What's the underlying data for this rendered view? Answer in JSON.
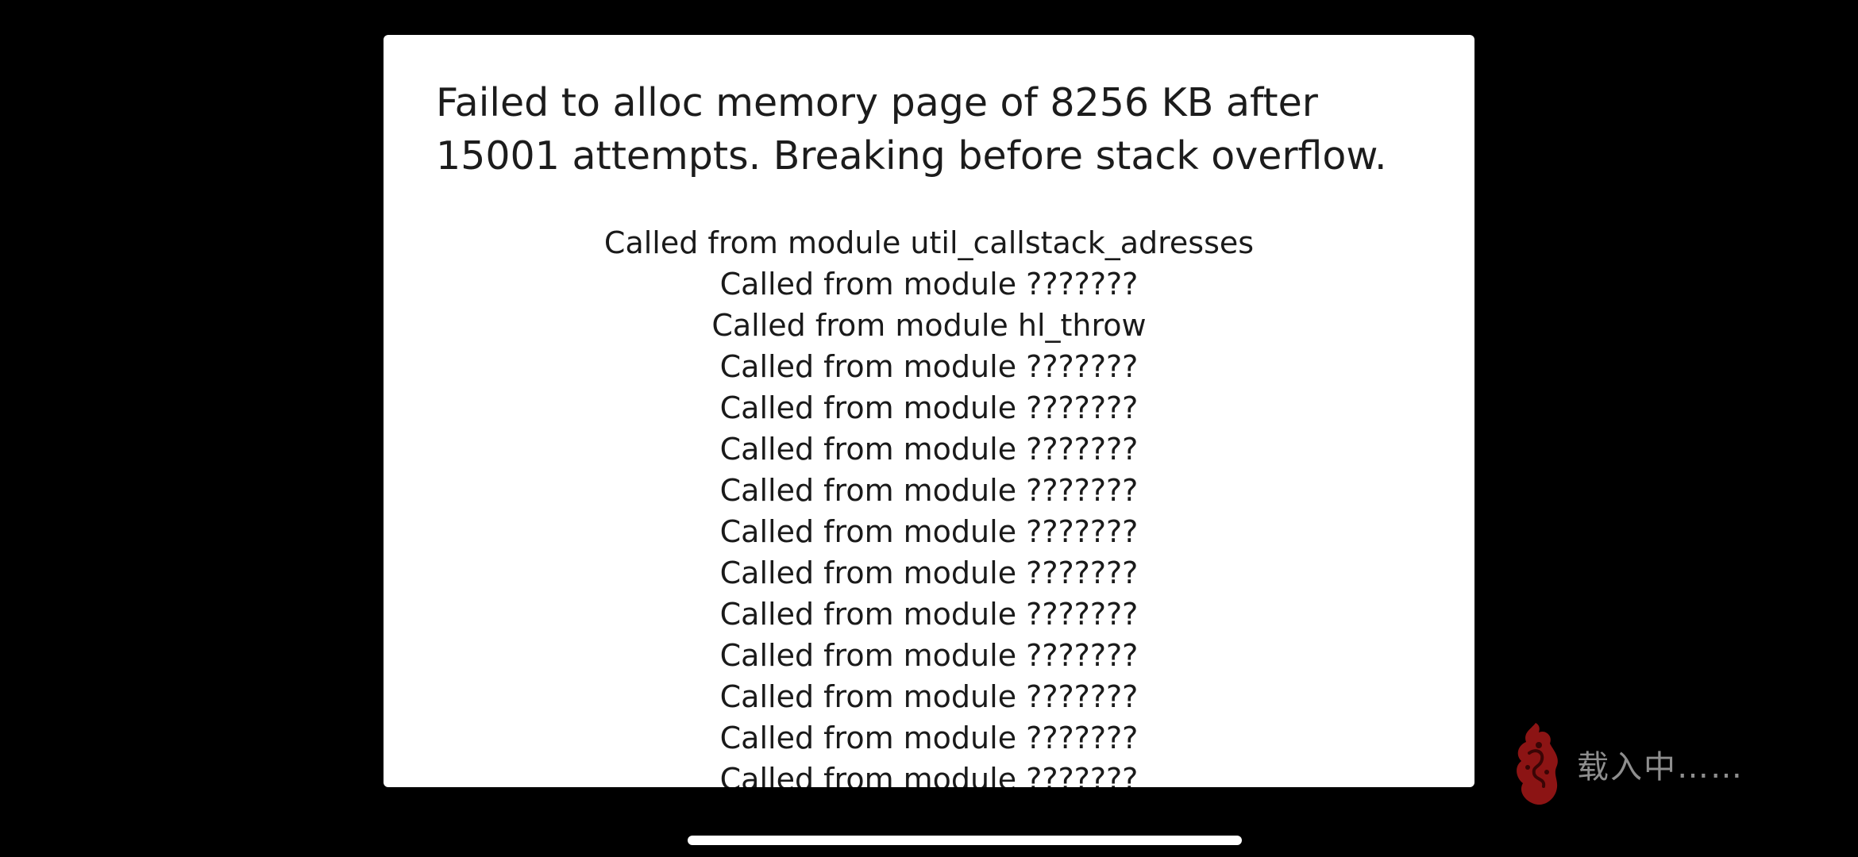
{
  "dialog": {
    "title": "Failed to alloc memory page of 8256 KB after\n15001 attempts. Breaking before stack overflow.",
    "callstack": [
      "Called from module util_callstack_adresses",
      "Called from module ???????",
      "Called from module hl_throw",
      "Called from module ???????",
      "Called from module ???????",
      "Called from module ???????",
      "Called from module ???????",
      "Called from module ???????",
      "Called from module ???????",
      "Called from module ???????",
      "Called from module ???????",
      "Called from module ???????",
      "Called from module ???????",
      "Called from module ???????"
    ]
  },
  "loading": {
    "text": "载入中……",
    "icon": "flame-logo-icon",
    "icon_color": "#8c1414"
  },
  "colors": {
    "background": "#000000",
    "dialog_background": "#ffffff",
    "text": "#1a1a1a",
    "loading_text": "#8e8e8e"
  }
}
